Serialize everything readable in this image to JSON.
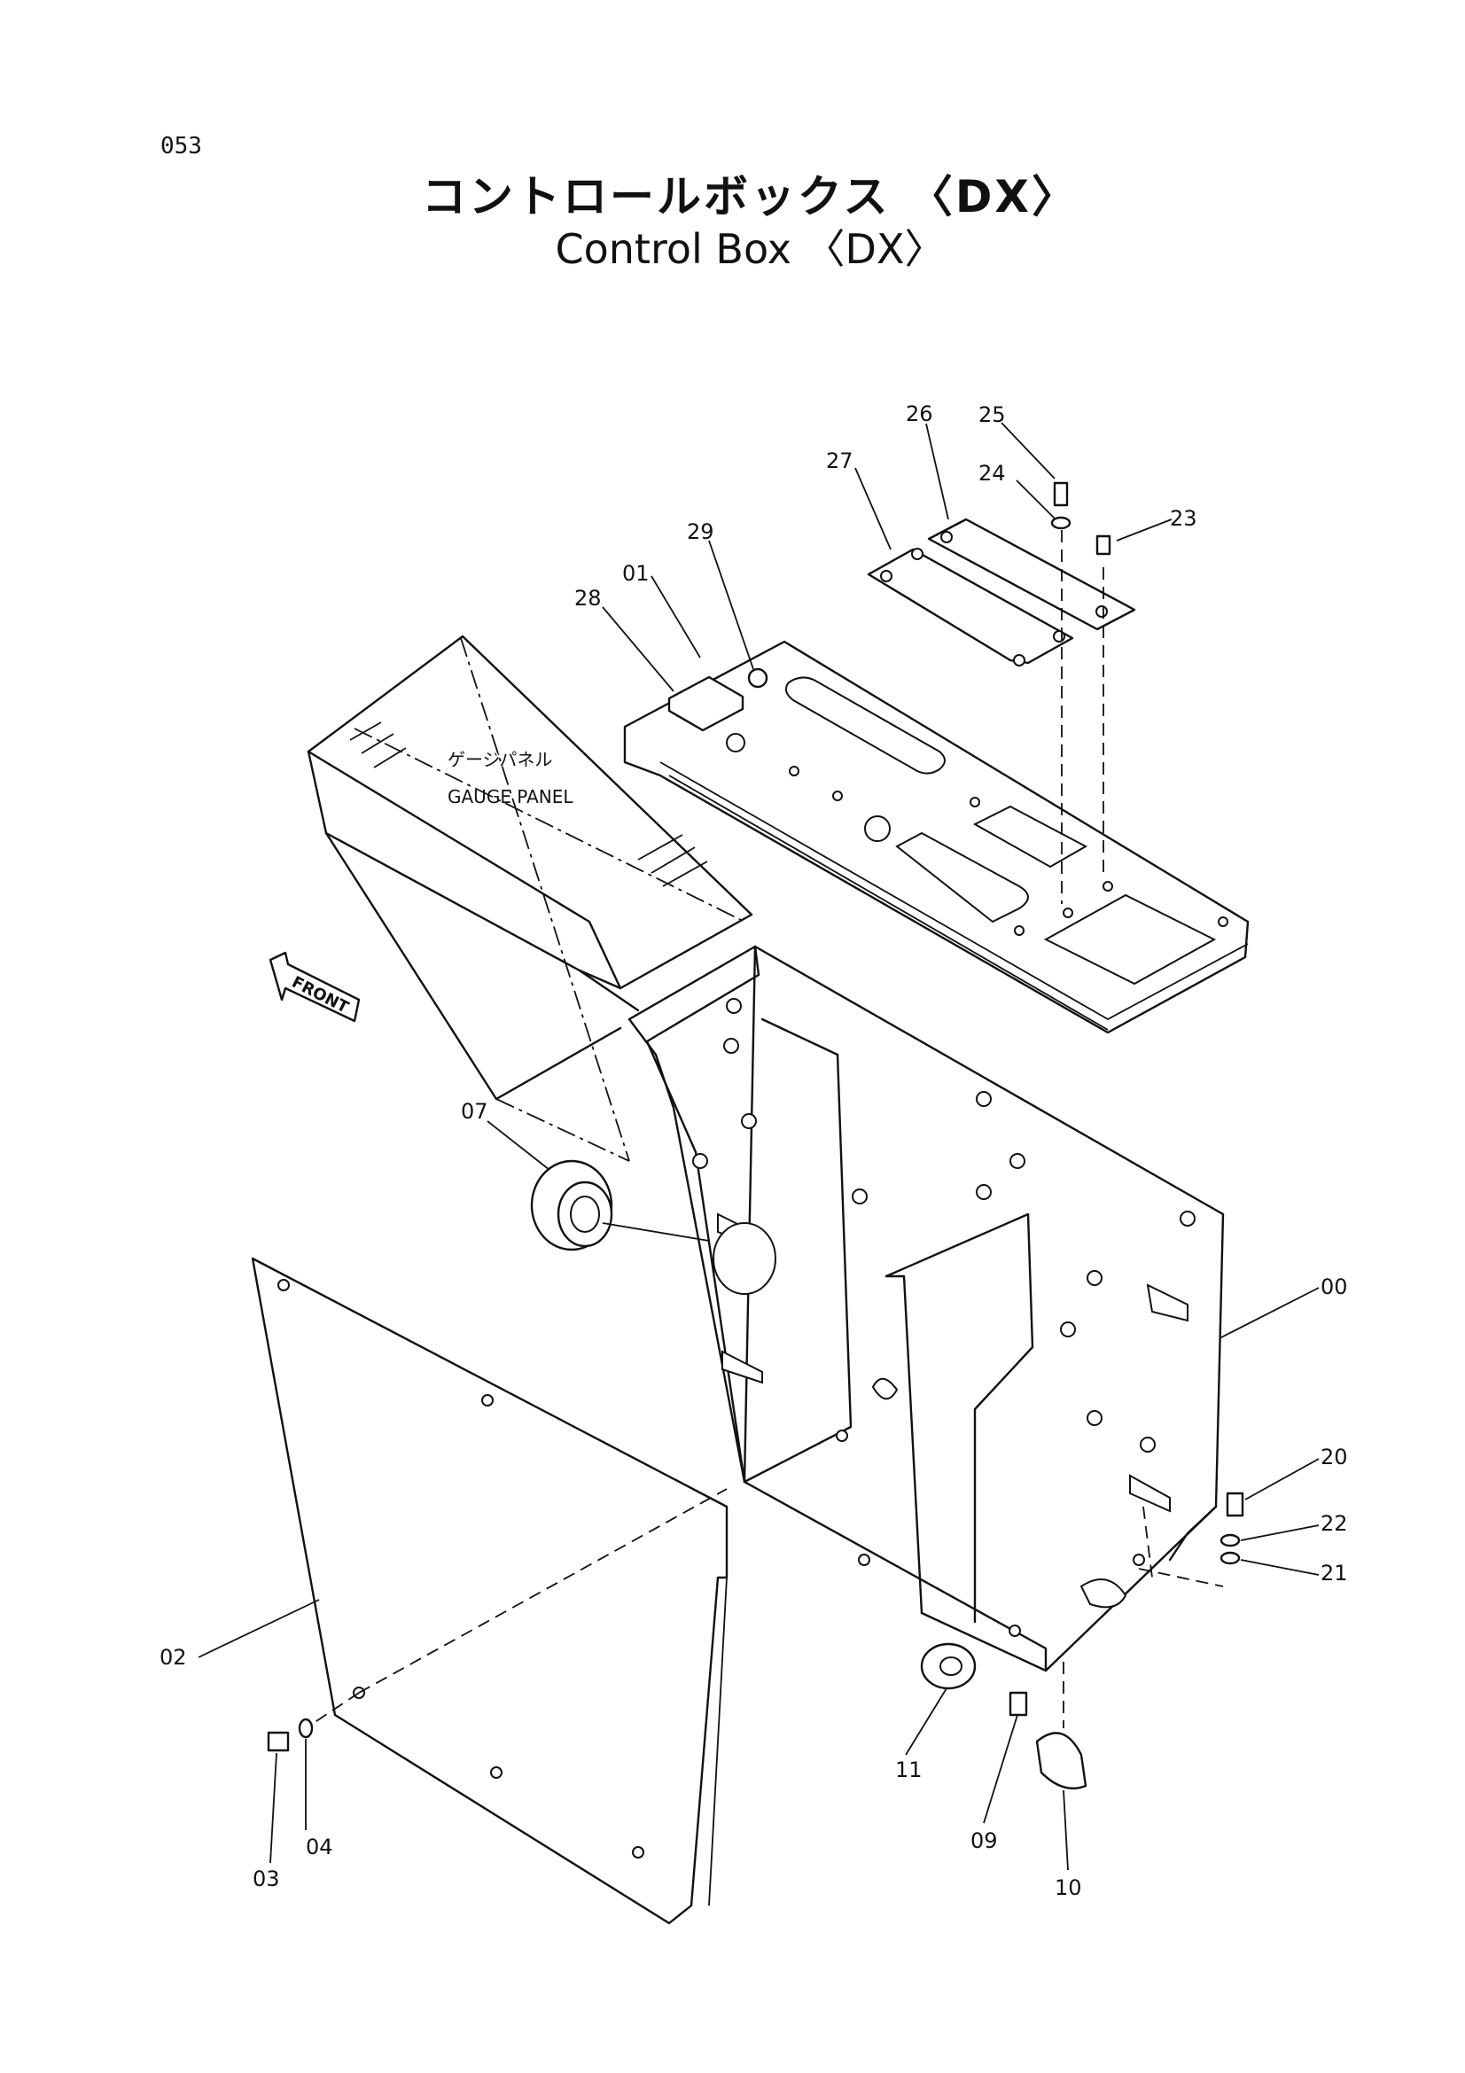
{
  "page": {
    "number": "053"
  },
  "title": {
    "japanese": "コントロールボックス 〈DX〉",
    "english": "Control Box 〈DX〉"
  },
  "annotations": {
    "gauge_panel_jp": "ゲージパネル",
    "gauge_panel_en": "GAUGE PANEL",
    "front_arrow": "FRONT"
  },
  "callouts": [
    {
      "id": "26",
      "label": "26"
    },
    {
      "id": "25",
      "label": "25"
    },
    {
      "id": "27",
      "label": "27"
    },
    {
      "id": "24",
      "label": "24"
    },
    {
      "id": "23",
      "label": "23"
    },
    {
      "id": "29",
      "label": "29"
    },
    {
      "id": "01",
      "label": "01"
    },
    {
      "id": "28",
      "label": "28"
    },
    {
      "id": "07",
      "label": "07"
    },
    {
      "id": "00",
      "label": "00"
    },
    {
      "id": "20",
      "label": "20"
    },
    {
      "id": "22",
      "label": "22"
    },
    {
      "id": "21",
      "label": "21"
    },
    {
      "id": "02",
      "label": "02"
    },
    {
      "id": "11",
      "label": "11"
    },
    {
      "id": "09",
      "label": "09"
    },
    {
      "id": "04",
      "label": "04"
    },
    {
      "id": "03",
      "label": "03"
    },
    {
      "id": "10",
      "label": "10"
    }
  ]
}
